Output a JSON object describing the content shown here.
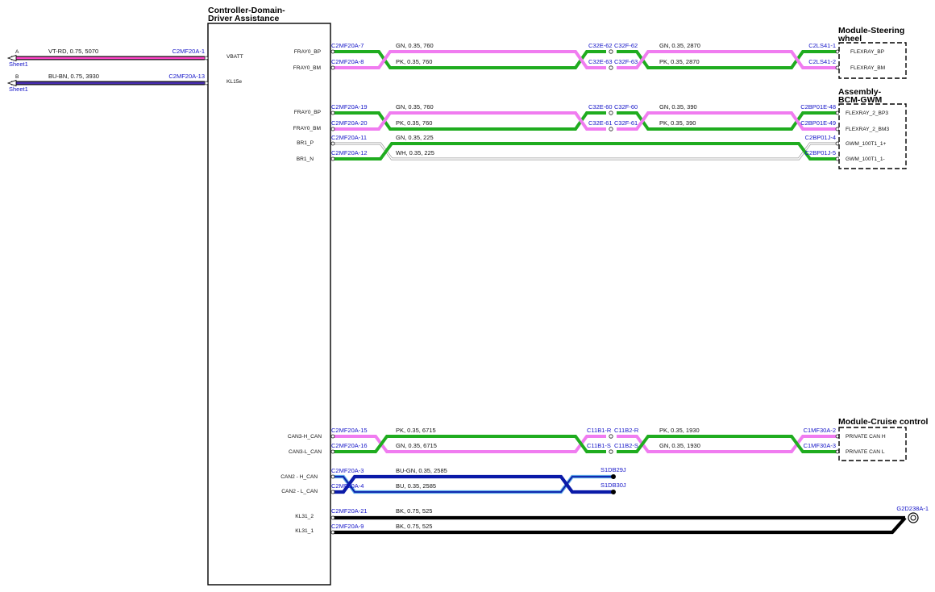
{
  "controller": {
    "title_line1": "Controller-Domain-",
    "title_line2": "Driver Assistance",
    "pins": {
      "vbatt": "VBATT",
      "kl15e": "KL15e",
      "fray0_bp_a": "FRAY0_BP",
      "fray0_bm_a": "FRAY0_BM",
      "fray0_bp_b": "FRAY0_BP",
      "fray0_bm_b": "FRAY0_BM",
      "br1_p": "BR1_P",
      "br1_n": "BR1_N",
      "can3_h": "CAN3-H_CAN",
      "can3_l": "CAN3-L_CAN",
      "can2_h": "CAN2 - H_CAN",
      "can2_l": "CAN2 - L_CAN",
      "kl31_2": "KL31_2",
      "kl31_1": "KL31_1"
    }
  },
  "power": [
    {
      "letter": "A",
      "sheet": "Sheet1",
      "spec": "VT-RD,  0.75,  5070",
      "connector": "C2MF20A-1",
      "color": "#ff44c8"
    },
    {
      "letter": "B",
      "sheet": "Sheet1",
      "spec": "BU-BN,  0.75,  3930",
      "connector": "C2MF20A-13",
      "color": "#4a2fb4"
    }
  ],
  "steering": {
    "title_line1": "Module-Steering",
    "title_line2": "wheel",
    "pins": [
      "FLEXRAY_BP",
      "FLEXRAY_BM"
    ],
    "wires": [
      {
        "src": "C2MF20A-7",
        "spec1": "GN,  0.35,  760",
        "splice_l": "C32E-62",
        "splice_r": "C32F-62",
        "spec2": "GN,  0.35,  2870",
        "dest": "C2LS41-1"
      },
      {
        "src": "C2MF20A-8",
        "spec1": "PK,  0.35,  760",
        "splice_l": "C32E-63",
        "splice_r": "C32F-63",
        "spec2": "PK,  0.35,  2870",
        "dest": "C2LS41-2"
      }
    ]
  },
  "bcm": {
    "title_line1": "Assembly-",
    "title_line2": "BCM-GWM",
    "pins": [
      "FLEXRAY_2_BP3",
      "FLEXRAY_2_BM3",
      "GWM_100T1_1+",
      "GWM_100T1_1-"
    ],
    "wires": [
      {
        "src": "C2MF20A-19",
        "spec1": "GN,  0.35,  760",
        "splice_l": "C32E-60",
        "splice_r": "C32F-60",
        "spec2": "GN,  0.35,  390",
        "dest": "C2BP01E-48"
      },
      {
        "src": "C2MF20A-20",
        "spec1": "PK,  0.35,  760",
        "splice_l": "C32E-61",
        "splice_r": "C32F-61",
        "spec2": "PK,  0.35,  390",
        "dest": "C2BP01E-49"
      }
    ],
    "br_wires": [
      {
        "src": "C2MF20A-11",
        "spec": "GN,  0.35,  225",
        "dest": "C2BP01J-4"
      },
      {
        "src": "C2MF20A-12",
        "spec": "WH,  0.35,  225",
        "dest": "C2BP01J-5"
      }
    ]
  },
  "cruise": {
    "title": "Module-Cruise control",
    "pins": [
      "PRIVATE CAN H",
      "PRIVATE CAN L"
    ],
    "wires": [
      {
        "src": "C2MF20A-15",
        "spec1": "PK,  0.35,  6715",
        "splice_l": "C11B1-R",
        "splice_r": "C11B2-R",
        "spec2": "PK,  0.35,  1930",
        "dest": "C1MF30A-2"
      },
      {
        "src": "C2MF20A-16",
        "spec1": "GN,  0.35,  6715",
        "splice_l": "C11B1-S",
        "splice_r": "C11B2-S",
        "spec2": "GN,  0.35,  1930",
        "dest": "C1MF30A-3"
      }
    ]
  },
  "can2": [
    {
      "src": "C2MF20A-3",
      "spec": "BU-GN,  0.35,  2585",
      "dest": "S1DB29J"
    },
    {
      "src": "C2MF20A-4",
      "spec": "BU,  0.35,  2585",
      "dest": "S1DB30J"
    }
  ],
  "ground": {
    "dest": "G2D238A-1",
    "wires": [
      {
        "src": "C2MF20A-21",
        "spec": "BK,  0.75,  525"
      },
      {
        "src": "C2MF20A-9",
        "spec": "BK,  0.75,  525"
      }
    ]
  },
  "colors": {
    "green": "#1fac1f",
    "pink": "#f07cf0",
    "blue_dark": "#0a1aa8",
    "blue_light": "#5aa7e6",
    "black": "#000000"
  }
}
